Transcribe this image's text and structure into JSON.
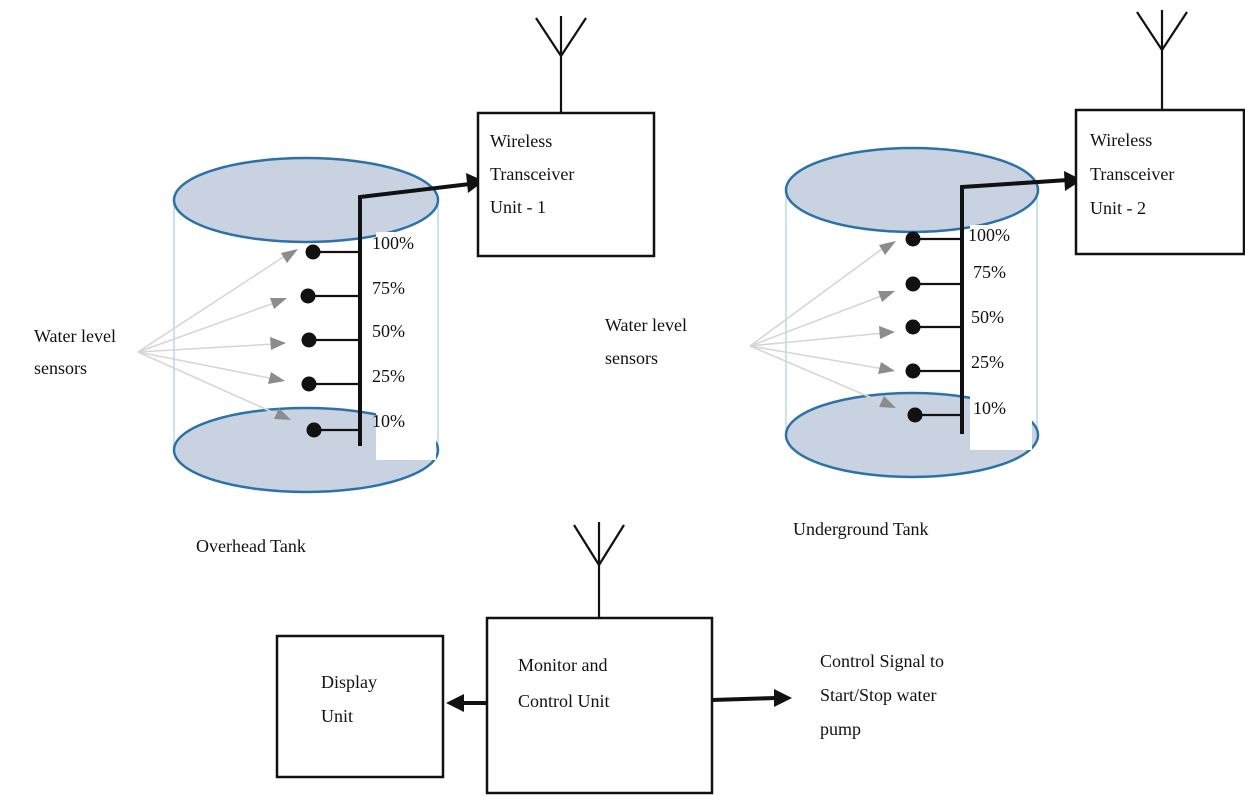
{
  "tanks": [
    {
      "label": "Overhead Tank",
      "sensors_label": [
        "Water level",
        "sensors"
      ],
      "levels": [
        "100%",
        "75%",
        "50%",
        "25%",
        "10%"
      ],
      "transceiver": [
        "Wireless",
        "Transceiver",
        "Unit - 1"
      ]
    },
    {
      "label": "Underground Tank",
      "sensors_label": [
        "Water level",
        "sensors"
      ],
      "levels": [
        "100%",
        "75%",
        "50%",
        "25%",
        "10%"
      ],
      "transceiver": [
        "Wireless",
        "Transceiver",
        "Unit - 2"
      ]
    }
  ],
  "monitor_unit": [
    "Monitor and",
    "Control Unit"
  ],
  "display_unit": [
    "Display",
    "Unit"
  ],
  "control_signal": [
    "Control Signal to",
    "Start/Stop water",
    "pump"
  ],
  "colors": {
    "tank_fill": "#c8d2e0",
    "tank_outline": "#2c72a8",
    "tank_side": "#b9d8e4",
    "pointer_line": "#d6d6d6",
    "pointer_head": "#8c8c8c",
    "ink": "#111111"
  }
}
